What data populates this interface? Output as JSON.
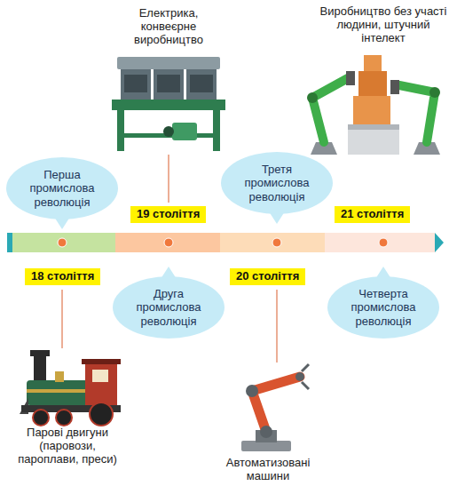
{
  "diagram": {
    "nodes": [
      {
        "text": [
          "Перша промислова революція"
        ]
      },
      {
        "text": [
          "19 століття"
        ]
      },
      {
        "text": [
          "Третя промислова революція"
        ]
      },
      {
        "text": [
          "21 століття"
        ]
      },
      {
        "text": [
          "18 століття"
        ]
      },
      {
        "text": [
          "Друга промислова революція"
        ]
      },
      {
        "text": [
          "20 століття"
        ]
      },
      {
        "text": [
          "Четверта промислова революція"
        ]
      }
    ],
    "labels": [
      "Електрика, конвеєрне виробництво",
      "Виробництво без участі людини, штучний інтелект",
      "Парові двигуни (паровози, пароплави, преси)",
      "Автоматизовані машини"
    ]
  }
}
